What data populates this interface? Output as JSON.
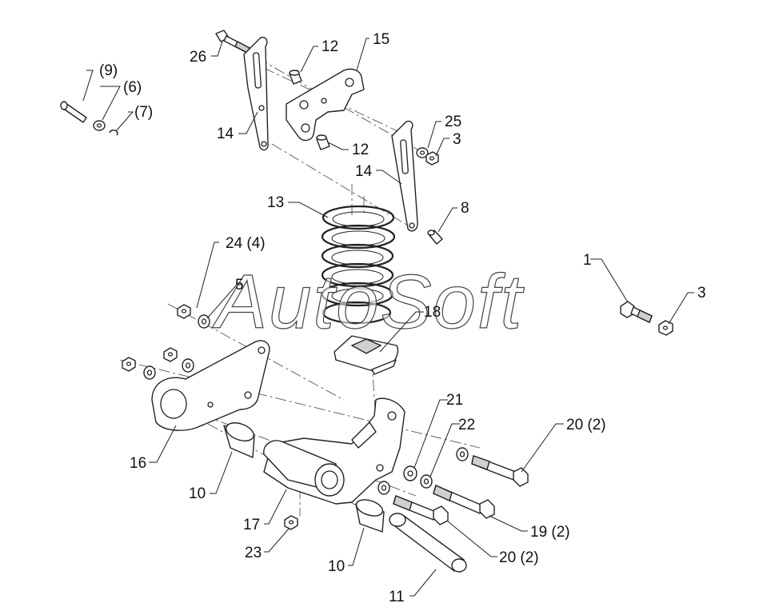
{
  "watermark": "AutoSoft",
  "labels": {
    "l1": "1",
    "l3a": "3",
    "l3b": "3",
    "l5": "5",
    "l8": "8",
    "l9": "(9)",
    "l6": "(6)",
    "l7": "(7)",
    "l10a": "10",
    "l10b": "10",
    "l11": "11",
    "l12a": "12",
    "l12b": "12",
    "l13": "13",
    "l14a": "14",
    "l14b": "14",
    "l15": "15",
    "l16": "16",
    "l17": "17",
    "l18": "18",
    "l19": "19 (2)",
    "l20a": "20 (2)",
    "l20b": "20 (2)",
    "l21": "21",
    "l22": "22",
    "l23": "23",
    "l24": "24 (4)",
    "l25": "25",
    "l26": "26"
  }
}
